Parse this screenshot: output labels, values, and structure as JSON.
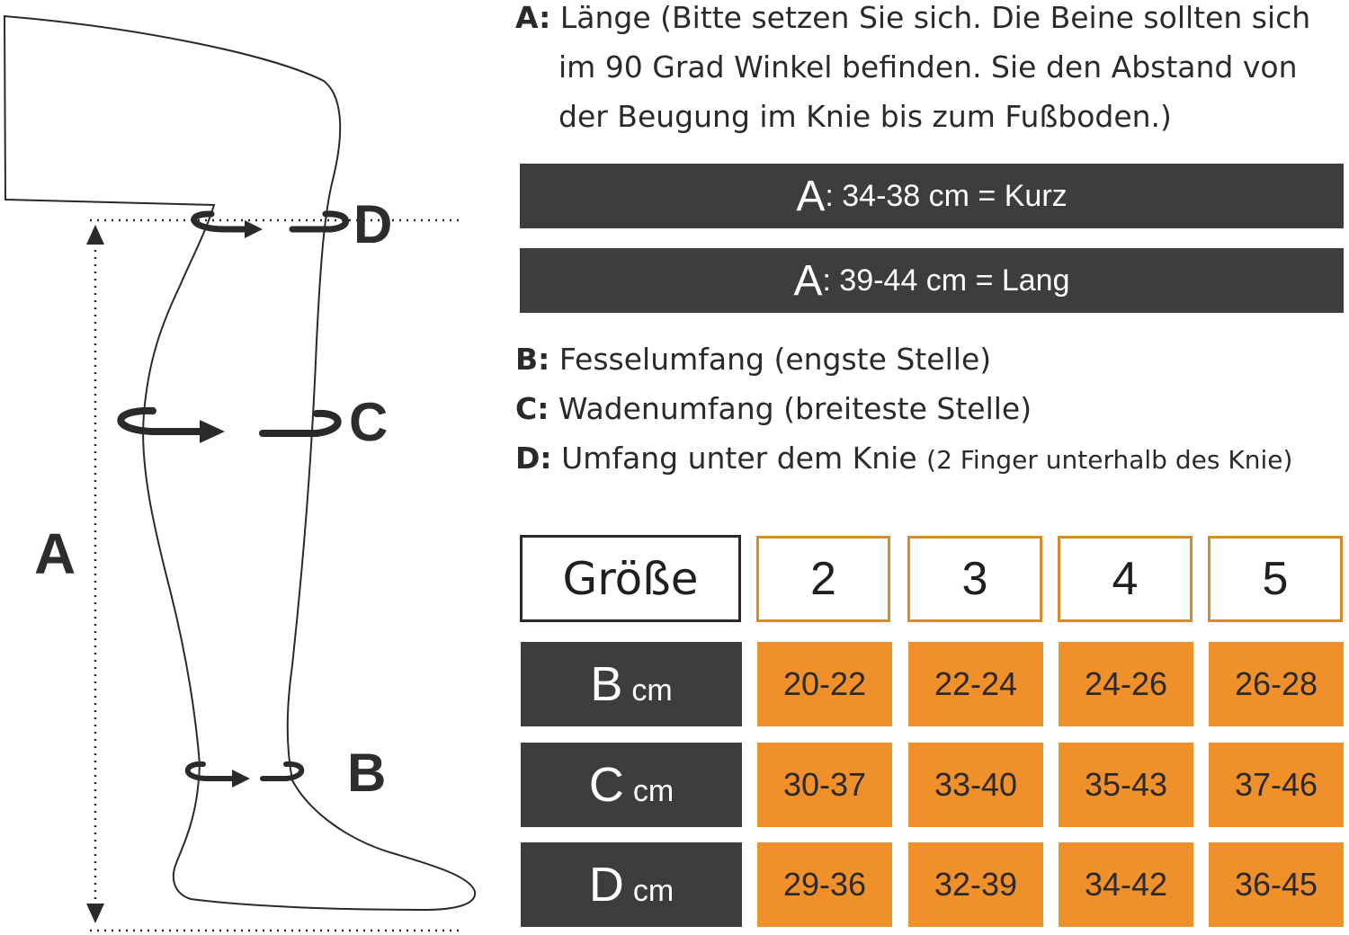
{
  "diagram": {
    "labels": {
      "a": "A",
      "b": "B",
      "c": "C",
      "d": "D"
    }
  },
  "descriptions": {
    "a_key": "A:",
    "a_line1": "Länge (Bitte setzen Sie sich. Die Beine sollten sich",
    "a_line2": "im 90 Grad Winkel befinden. Sie den Abstand von",
    "a_line3": "der Beugung im Knie bis zum Fußboden.)",
    "b_key": "B:",
    "b_text": "Fesselumfang (engste Stelle)",
    "c_key": "C:",
    "c_text": "Wadenumfang (breiteste Stelle)",
    "d_key": "D:",
    "d_text": "Umfang unter dem Knie",
    "d_note": "(2 Finger unterhalb des Knie)"
  },
  "length_bars": [
    {
      "letter": "A",
      "text": ": 34-38 cm = Kurz"
    },
    {
      "letter": "A",
      "text": ": 39-44 cm = Lang"
    }
  ],
  "size_table": {
    "header_label": "Größe",
    "sizes": [
      "2",
      "3",
      "4",
      "5"
    ],
    "rows": [
      {
        "letter": "B",
        "unit": "cm",
        "values": [
          "20-22",
          "22-24",
          "24-26",
          "26-28"
        ]
      },
      {
        "letter": "C",
        "unit": "cm",
        "values": [
          "30-37",
          "33-40",
          "35-43",
          "37-46"
        ]
      },
      {
        "letter": "D",
        "unit": "cm",
        "values": [
          "29-36",
          "32-39",
          "34-42",
          "36-45"
        ]
      }
    ]
  },
  "colors": {
    "dark_bar": "#3f3c3d",
    "orange": "#f0902a",
    "orange_border": "#d98a2b"
  }
}
